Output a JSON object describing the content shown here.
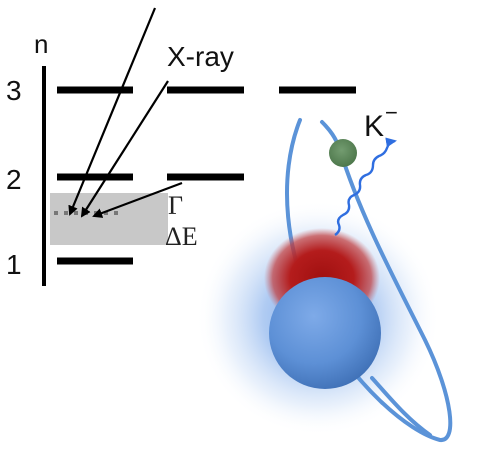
{
  "axis": {
    "symbol": "n",
    "levels": [
      "3",
      "2",
      "1"
    ]
  },
  "labels": {
    "xray": "X-ray",
    "width": "Γ",
    "shift": "ΔE",
    "kaon": "K",
    "kaon_charge": "−"
  },
  "colors": {
    "level_line": "#000000",
    "shift_band": "#c8c8c8",
    "orbit": "#5b93d8",
    "halo": "#7aa8ea",
    "nucleus_red": "#b01818",
    "nucleus_blue": "#5e93d6",
    "kaon_green": "#5f8a5c",
    "wavy_arrow": "#2f6ee0"
  }
}
